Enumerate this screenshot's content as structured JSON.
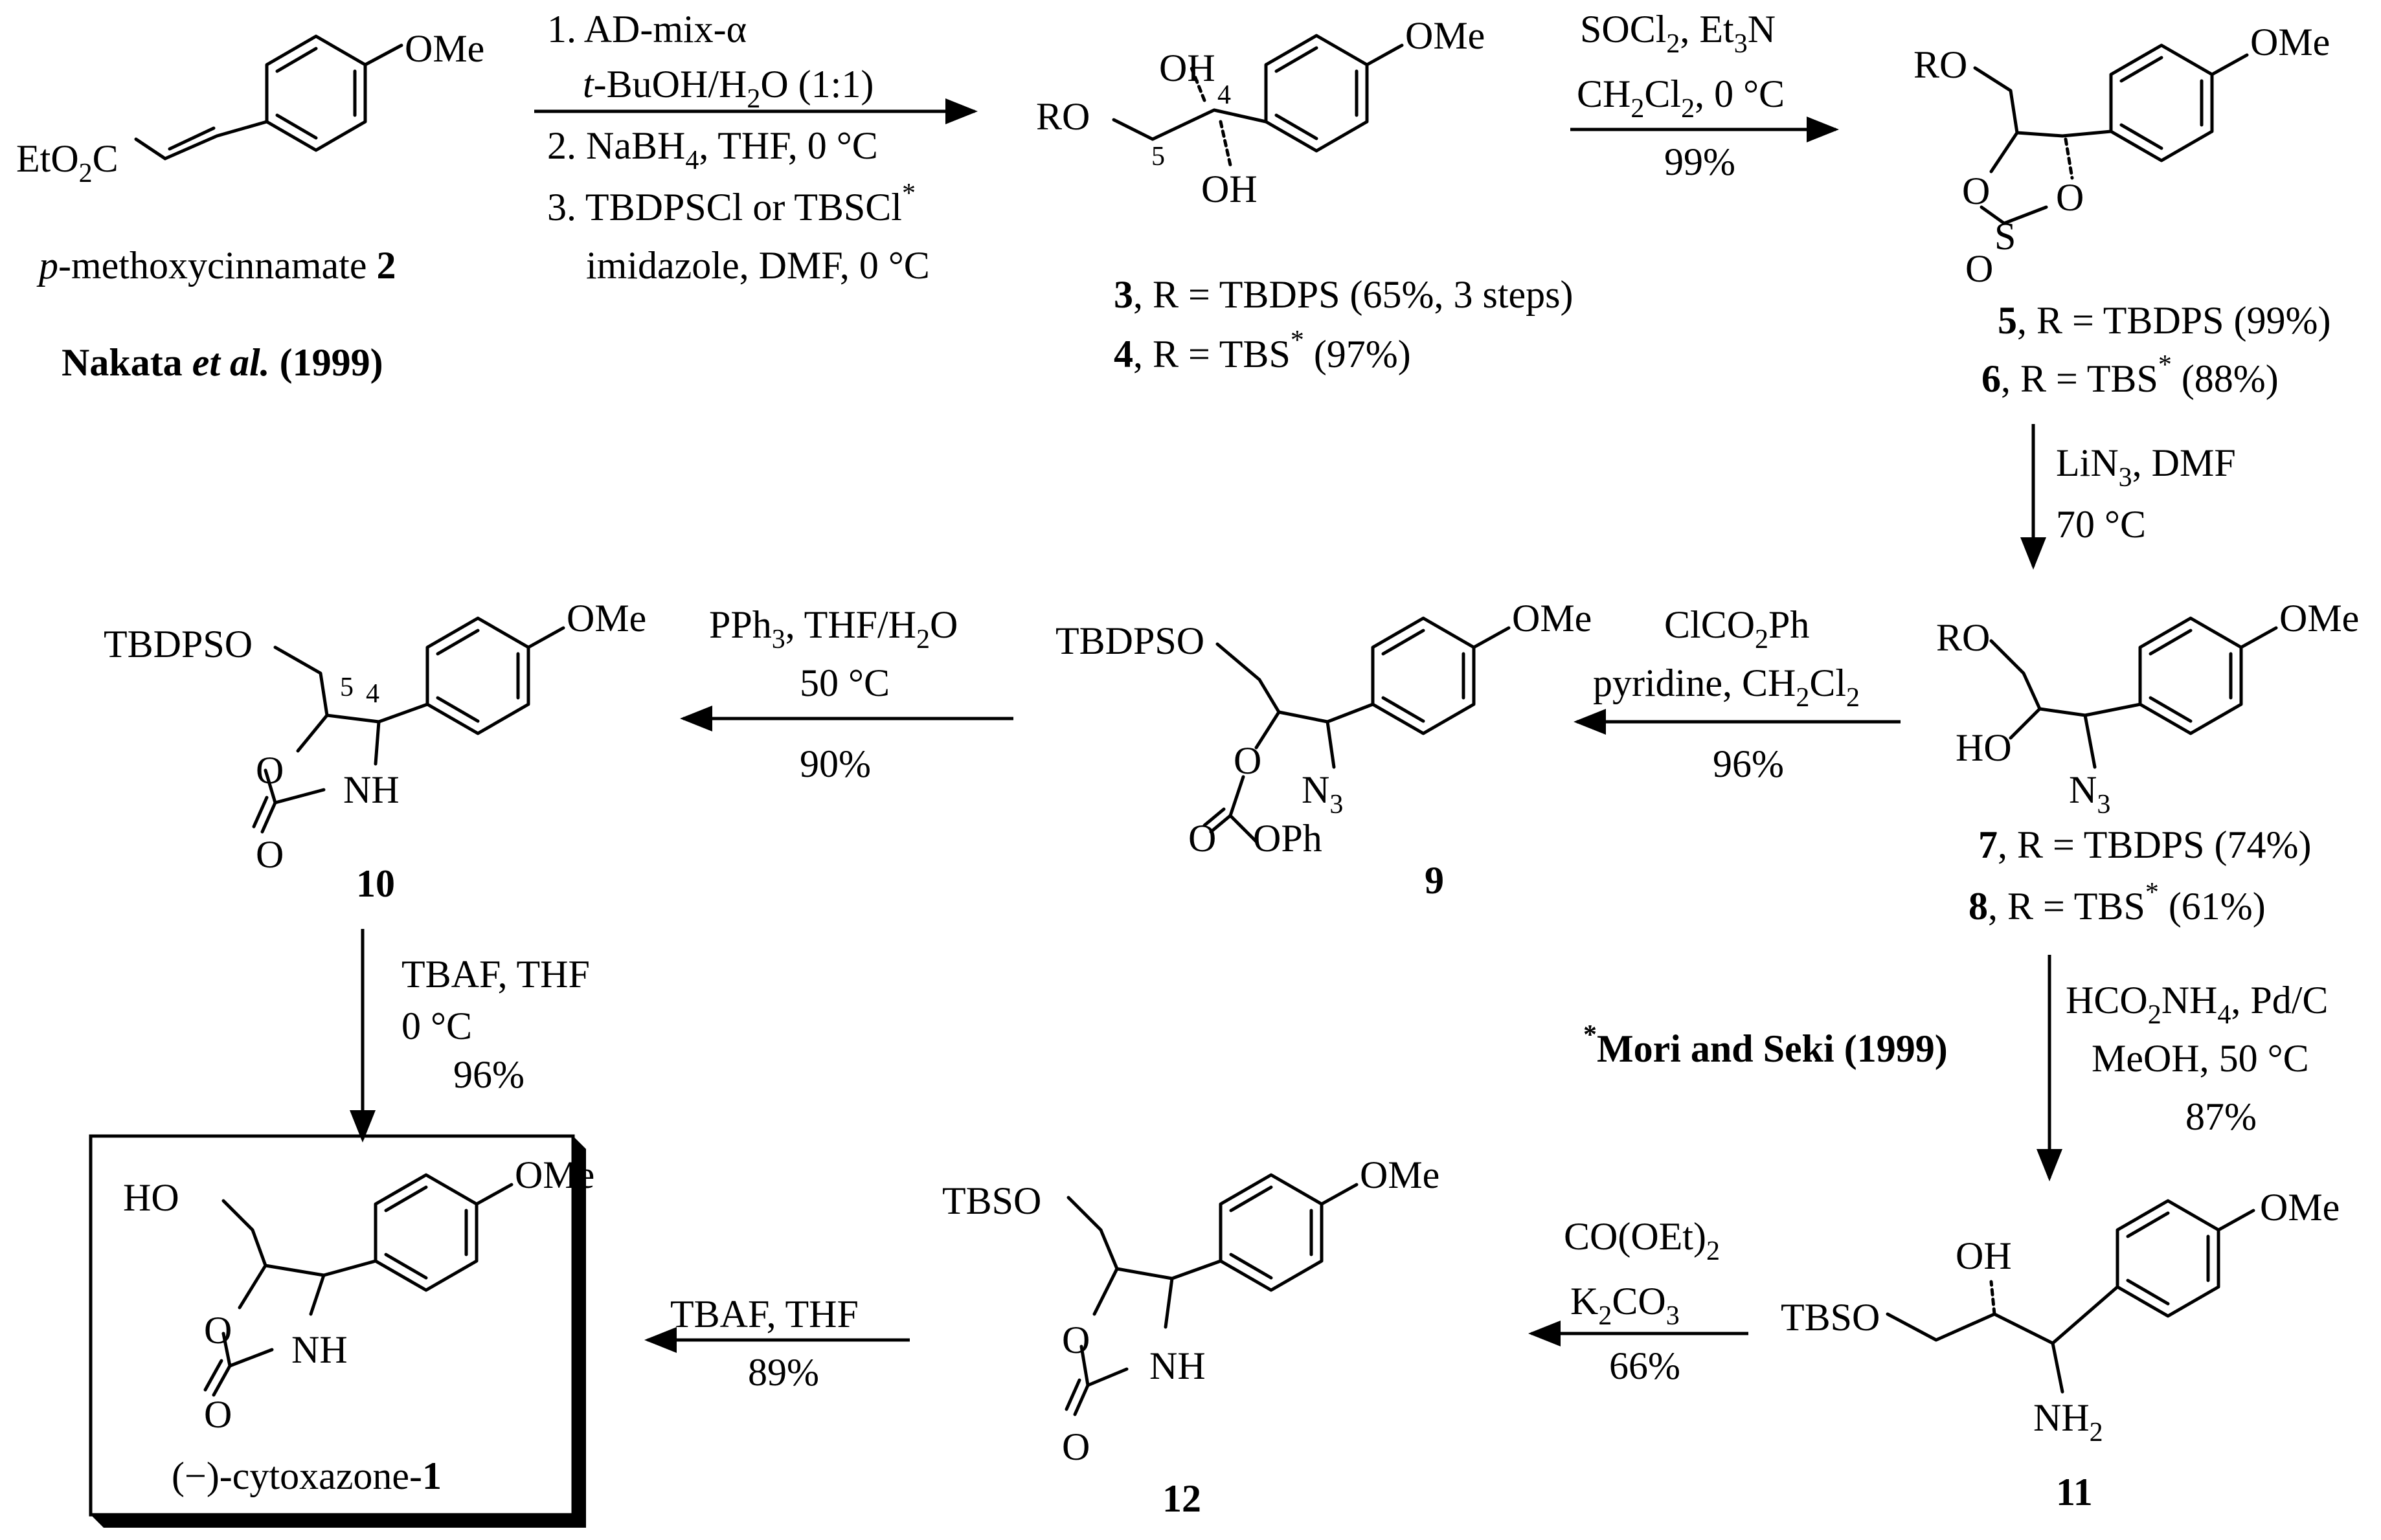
{
  "reaction_scheme": {
    "start": {
      "substituent": "OMe",
      "ester": "EtO",
      "ester_suffix": "C",
      "ester_sub": "2",
      "name_italic": "p",
      "name": "-methoxycinnamate ",
      "number": "2",
      "citation": "Nakata ",
      "citation_italic": "et al.",
      "citation_year": " (1999)"
    },
    "step1": {
      "line1": "1. AD-mix-α",
      "line2_italic": "t",
      "line2": "-BuOH/H",
      "line2_sub": "2",
      "line2_end": "O (1:1)",
      "line3": "2. NaBH",
      "line3_sub": "4",
      "line3_end": ", THF, 0 °C",
      "line4": "3. TBDPSCl or TBSCl",
      "line4_sup": "*",
      "line5": "imidazole, DMF, 0 °C"
    },
    "diol": {
      "oh_top": "OH",
      "oh_bottom": "OH",
      "ro": "RO",
      "omete": "OMe",
      "c5": "5",
      "c4": "4",
      "label3_num": "3",
      "label3": ", R = TBDPS (65%, 3 steps)",
      "label4_num": "4",
      "label4": ", R = TBS",
      "label4_sup": "*",
      "label4_end": " (97%)"
    },
    "step2": {
      "line1": "SOCl",
      "line1_sub": "2",
      "line1_end": ", Et",
      "line1_sub2": "3",
      "line1_end2": "N",
      "line2": "CH",
      "line2_sub": "2",
      "line2_mid": "Cl",
      "line2_sub2": "2",
      "line2_end": ", 0 °C",
      "yield": "99%"
    },
    "sulfite": {
      "ro": "RO",
      "omete": "OMe",
      "o1": "O",
      "o2": "O",
      "s": "S",
      "o3": "O",
      "label5_num": "5",
      "label5": ", R = TBDPS (99%)",
      "label6_num": "6",
      "label6": ", R = TBS",
      "label6_sup": "*",
      "label6_end": " (88%)"
    },
    "step3": {
      "line1": "LiN",
      "line1_sub": "3",
      "line1_end": ", DMF",
      "line2": "70 °C"
    },
    "azide": {
      "ro": "RO",
      "omete": "OMe",
      "ho": "HO",
      "n3": "N",
      "n3_sub": "3",
      "label7_num": "7",
      "label7": ", R = TBDPS (74%)",
      "label8_num": "8",
      "label8": ", R = TBS",
      "label8_sup": "*",
      "label8_end": " (61%)"
    },
    "step4": {
      "line1": "ClCO",
      "line1_sub": "2",
      "line1_end": "Ph",
      "line2": "pyridine, CH",
      "line2_sub": "2",
      "line2_mid": "Cl",
      "line2_sub2": "2",
      "yield": "96%"
    },
    "carbonate": {
      "tbdpso": "TBDPSO",
      "omete": "OMe",
      "o": "O",
      "n3": "N",
      "n3_sub": "3",
      "o_carbonyl": "O",
      "oph": "OPh",
      "label_num": "9"
    },
    "step5": {
      "line1": "PPh",
      "line1_sub": "3",
      "line1_end": ", THF/H",
      "line1_sub2": "2",
      "line1_end2": "O",
      "line2": "50 °C",
      "yield": "90%"
    },
    "oxazolidinone10": {
      "tbdpso": "TBDPSO",
      "omete": "OMe",
      "c5": "5",
      "c4": "4",
      "o_ring": "O",
      "nh": "NH",
      "o_carbonyl": "O",
      "label_num": "10"
    },
    "step6": {
      "line1": "TBAF, THF",
      "line2": "0 °C",
      "yield": "96%"
    },
    "product": {
      "ho": "HO",
      "omete": "OMe",
      "o_ring": "O",
      "nh": "NH",
      "o_carbonyl": "O",
      "name": "(−)-cytoxazone-",
      "name_num": "1"
    },
    "mori": {
      "sup": "*",
      "text": "Mori and Seki (1999)"
    },
    "step7": {
      "line1": "HCO",
      "line1_sub": "2",
      "line1_mid": "NH",
      "line1_sub2": "4",
      "line1_end": ", Pd/C",
      "line2": "MeOH, 50 °C",
      "yield": "87%"
    },
    "amine11": {
      "tbso": "TBSO",
      "oh": "OH",
      "omete": "OMe",
      "nh2": "NH",
      "nh2_sub": "2",
      "label_num": "11"
    },
    "step8": {
      "line1": "CO(OEt)",
      "line1_sub": "2",
      "line2": "K",
      "line2_sub": "2",
      "line2_end": "CO",
      "line2_sub2": "3",
      "yield": "66%"
    },
    "oxazolidinone12": {
      "tbso": "TBSO",
      "omete": "OMe",
      "o_ring": "O",
      "nh": "NH",
      "o_carbonyl": "O",
      "label_num": "12"
    },
    "step9": {
      "line1": "TBAF, THF",
      "yield": "89%"
    }
  }
}
